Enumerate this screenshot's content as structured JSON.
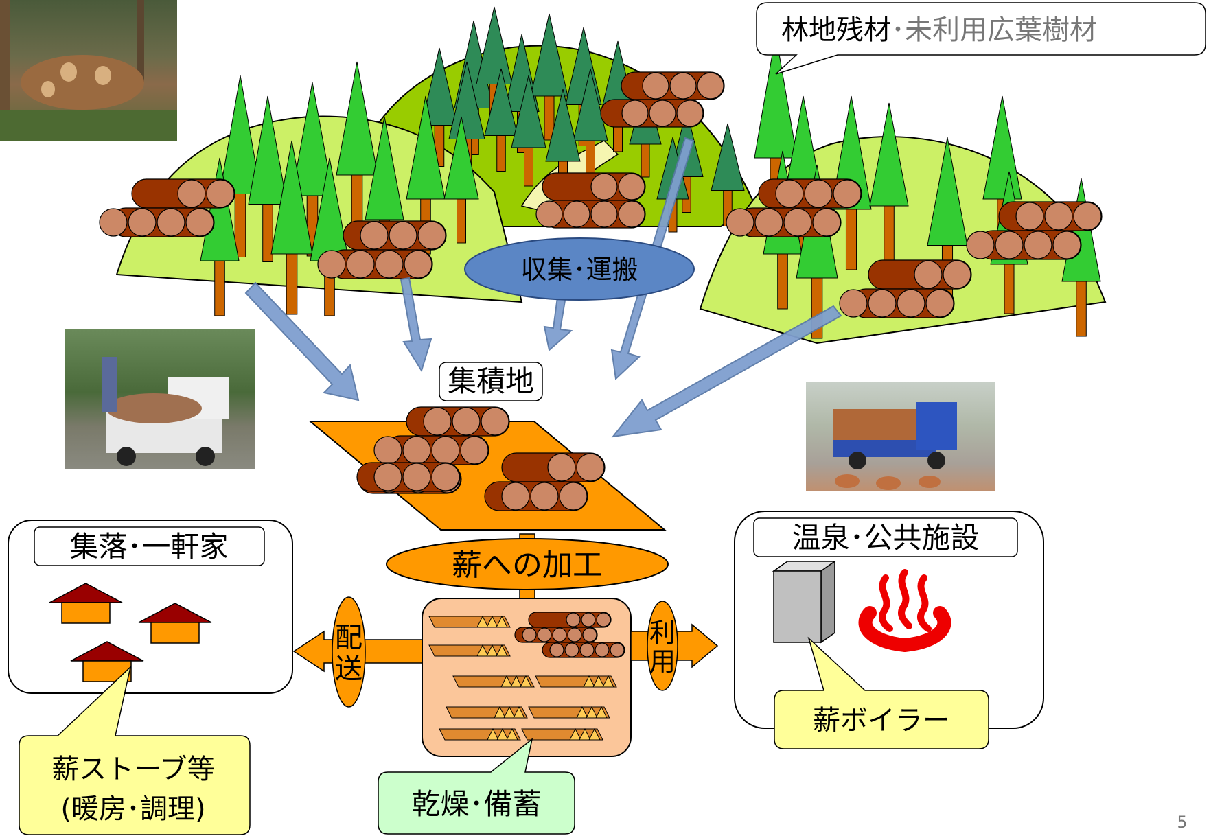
{
  "callout_top": {
    "part1": "林地残材",
    "sep": "･",
    "part2": "未利用広葉樹材"
  },
  "collect_label": "収集･運搬",
  "yard_label": "集積地",
  "process_label": "薪への加工",
  "village_label": "集落･一軒家",
  "onsen_label": "温泉･公共施設",
  "deliver_label": [
    "配",
    "送"
  ],
  "use_label": [
    "利",
    "用"
  ],
  "stove_callout": [
    "薪ストーブ等",
    "(暖房･調理)"
  ],
  "dry_callout": "乾燥･備蓄",
  "boiler_callout": "薪ボイラー",
  "page_number": "5",
  "colors": {
    "hill_light": "#ccf066",
    "hill_mid": "#99cc00",
    "tree": "#33cc33",
    "tree_dark": "#2e8b57",
    "trunk": "#cc6600",
    "log": "#993300",
    "log_end": "#cc8866",
    "arrow": "#7f9fcf",
    "orange": "#ff9900",
    "ellipse_blue": "#5b86c5",
    "callout_yellow": "#ffff99",
    "callout_green": "#ccffcc",
    "house_roof": "#990000",
    "onsen_red": "#ee0000",
    "drying_bg": "#fbc69a"
  }
}
